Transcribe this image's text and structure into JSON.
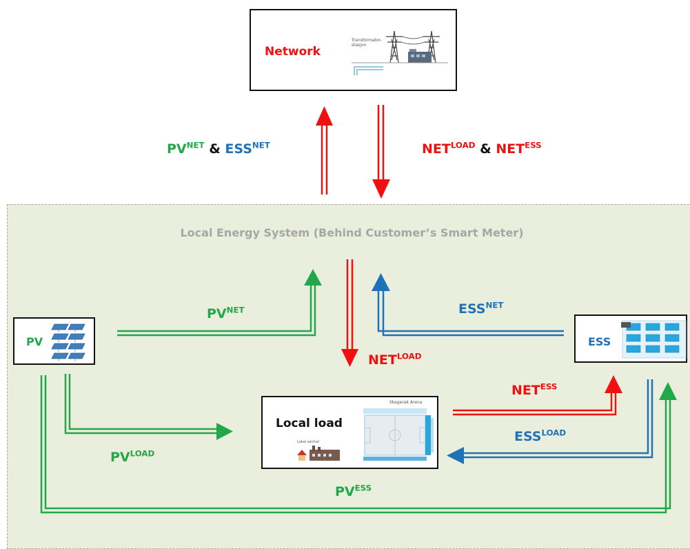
{
  "colors": {
    "pv": "#22a84a",
    "ess": "#1f72b8",
    "net": "#f01010",
    "system_bg": "#eaeedc",
    "system_border": "#a8a8a8"
  },
  "network": {
    "label": "Network",
    "thumbnail_caption": "Transformator-stasjon"
  },
  "system": {
    "title": "Local Energy System (Behind Customer’s Smart Meter)"
  },
  "nodes": {
    "pv": {
      "label": "PV"
    },
    "ess": {
      "label": "ESS"
    },
    "load": {
      "label": "Local load",
      "arena_caption": "Skagerak Arena",
      "house_caption": "Lokal sentral"
    }
  },
  "flows": {
    "top_left": {
      "a_base": "PV",
      "a_sup": "NET",
      "amp": "&",
      "b_base": "ESS",
      "b_sup": "NET"
    },
    "top_right": {
      "a_base": "NET",
      "a_sup": "LOAD",
      "amp": "&",
      "b_base": "NET",
      "b_sup": "ESS"
    },
    "pv_net": {
      "base": "PV",
      "sup": "NET"
    },
    "ess_net": {
      "base": "ESS",
      "sup": "NET"
    },
    "net_load": {
      "base": "NET",
      "sup": "LOAD"
    },
    "net_ess": {
      "base": "NET",
      "sup": "ESS"
    },
    "ess_load": {
      "base": "ESS",
      "sup": "LOAD"
    },
    "pv_load": {
      "base": "PV",
      "sup": "LOAD"
    },
    "pv_ess": {
      "base": "PV",
      "sup": "ESS"
    }
  }
}
